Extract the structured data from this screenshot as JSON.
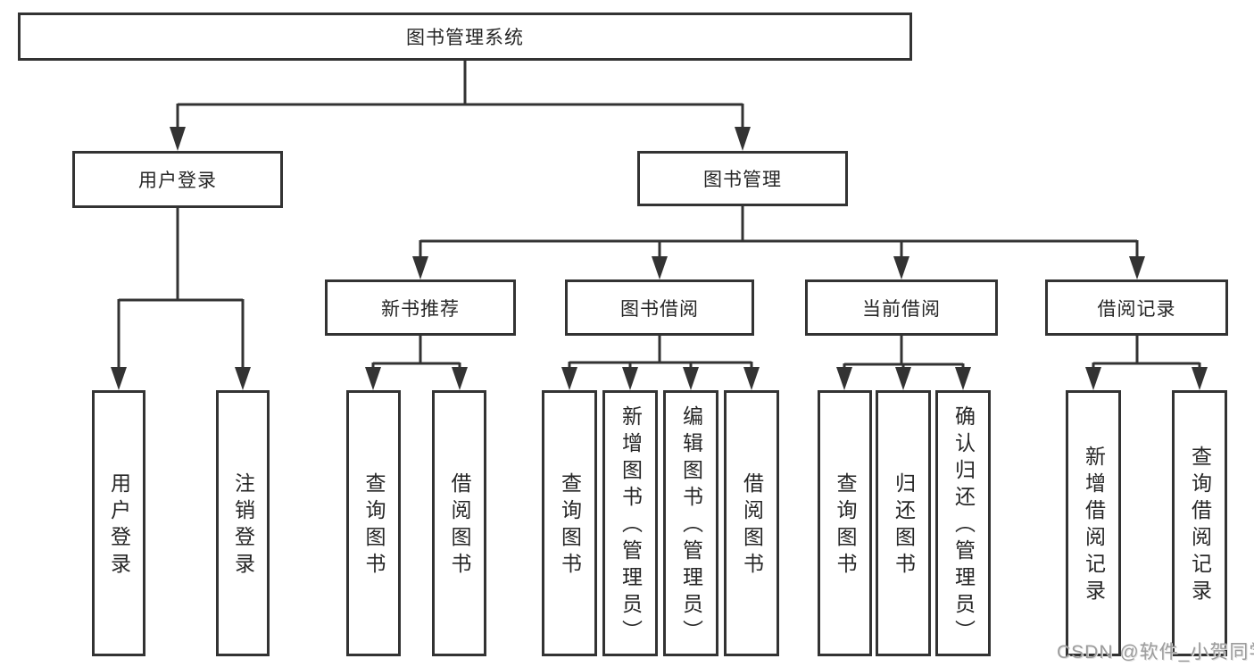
{
  "diagram_title": "图书管理系统",
  "tree": {
    "label": "图书管理系统",
    "children": [
      {
        "label": "用户登录",
        "children": [
          {
            "label": "用户登录"
          },
          {
            "label": "注销登录"
          }
        ]
      },
      {
        "label": "图书管理",
        "children": [
          {
            "label": "新书推荐",
            "children": [
              {
                "label": "查询图书"
              },
              {
                "label": "借阅图书"
              }
            ]
          },
          {
            "label": "图书借阅",
            "children": [
              {
                "label": "查询图书"
              },
              {
                "label": "新增图书（管理员）"
              },
              {
                "label": "编辑图书（管理员）"
              },
              {
                "label": "借阅图书"
              }
            ]
          },
          {
            "label": "当前借阅",
            "children": [
              {
                "label": "查询图书"
              },
              {
                "label": "归还图书"
              },
              {
                "label": "确认归还（管理员）"
              }
            ]
          },
          {
            "label": "借阅记录",
            "children": [
              {
                "label": "新增借阅记录"
              },
              {
                "label": "查询借阅记录"
              }
            ]
          }
        ]
      }
    ]
  },
  "watermark": {
    "text": "CSDN @软件_小贺同学"
  },
  "colors": {
    "line": "#333333",
    "text": "#262626",
    "box_background": "#ffffff",
    "watermark": "#9c9c9c"
  }
}
